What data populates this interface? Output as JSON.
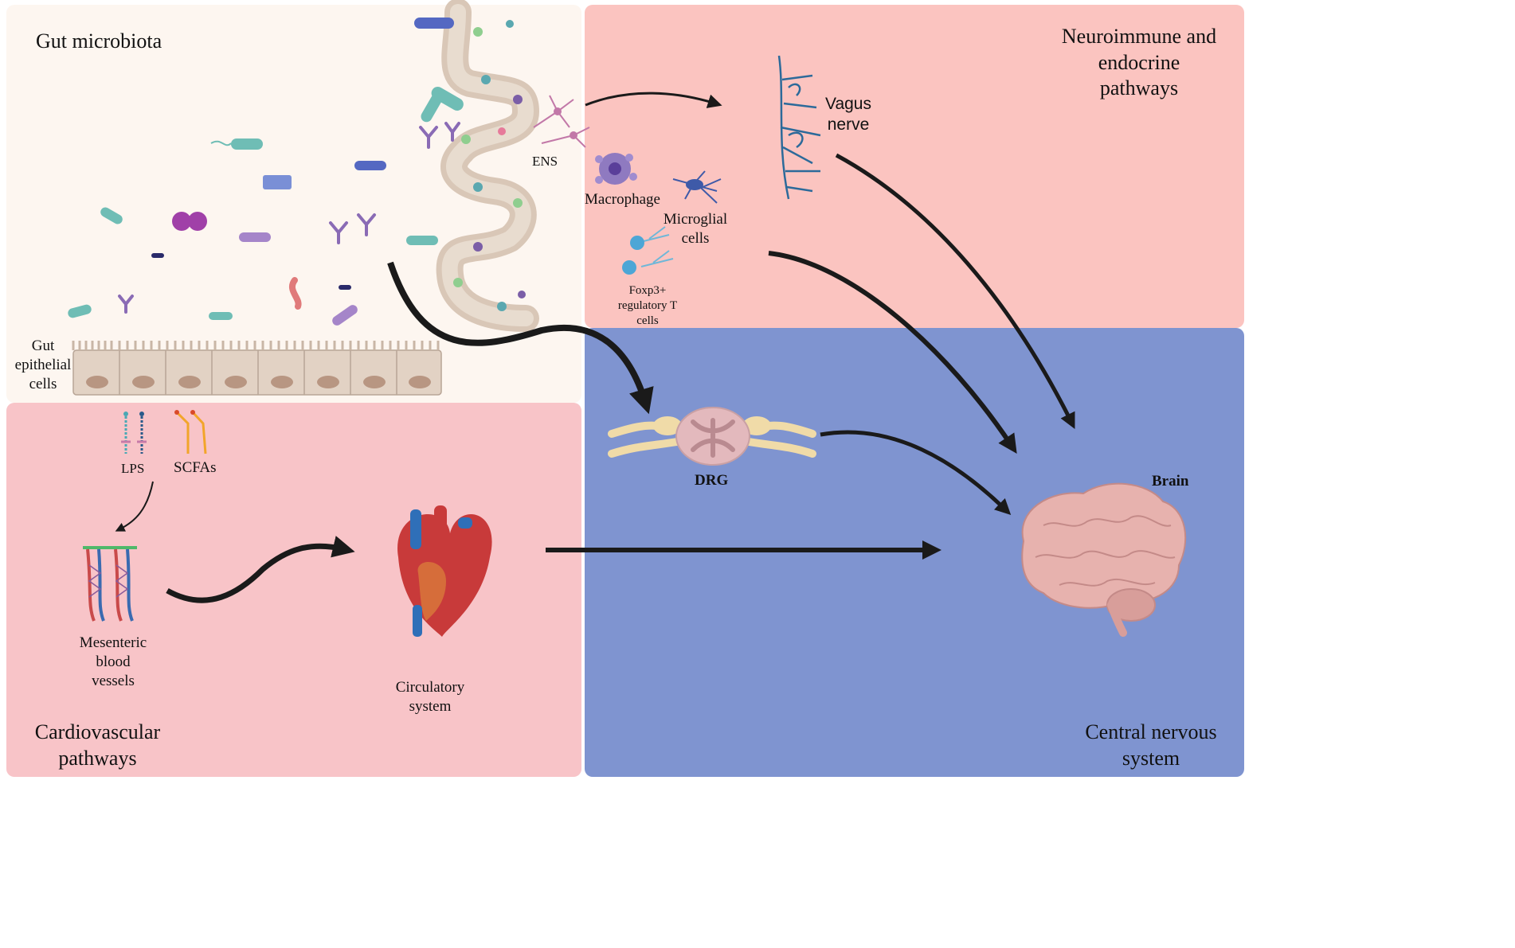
{
  "colors": {
    "gut_panel": "#fdf6f0",
    "neuro_panel": "#fbc4c0",
    "cardio_panel": "#f8c4c8",
    "cns_panel": "#7f94d0",
    "arrow": "#1a1a1a"
  },
  "panels": {
    "gut": {
      "title": "Gut microbiota"
    },
    "neuro": {
      "title_line1": "Neuroimmune and",
      "title_line2": "endocrine",
      "title_line3": "pathways"
    },
    "cardio": {
      "title_line1": "Cardiovascular",
      "title_line2": "pathways"
    },
    "cns": {
      "title_line1": "Central nervous",
      "title_line2": "system"
    }
  },
  "labels": {
    "ens": "ENS",
    "gut_epithelial_1": "Gut",
    "gut_epithelial_2": "epithelial",
    "gut_epithelial_3": "cells",
    "vagus_1": "Vagus",
    "vagus_2": "nerve",
    "macrophage": "Macrophage",
    "microglial_1": "Microglial",
    "microglial_2": "cells",
    "foxp3_1": "Foxp3+",
    "foxp3_2": "regulatory T",
    "foxp3_3": "cells",
    "lps": "LPS",
    "scfas": "SCFAs",
    "mesenteric_1": "Mesenteric",
    "mesenteric_2": "blood",
    "mesenteric_3": "vessels",
    "circulatory_1": "Circulatory",
    "circulatory_2": "system",
    "drg": "DRG",
    "brain": "Brain"
  },
  "icons": [
    "bacteria-icon",
    "villi-icon",
    "epithelial-cells-icon",
    "vagus-nerve-icon",
    "macrophage-icon",
    "microglia-icon",
    "t-cell-icon",
    "lps-icon",
    "scfa-icon",
    "blood-vessels-icon",
    "heart-icon",
    "drg-icon",
    "brain-icon"
  ]
}
